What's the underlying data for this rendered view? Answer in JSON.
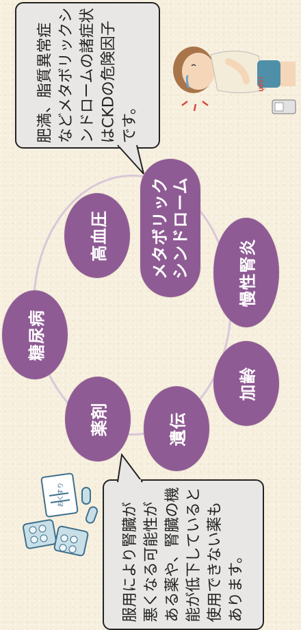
{
  "nodes": {
    "metabolic": [
      "メタボリック",
      "シンドローム"
    ],
    "hypertension": "高血圧",
    "diabetes": "糖尿病",
    "drugs": "薬剤",
    "genetics": "遺伝",
    "aging": "加齢",
    "nephritis": "慢性腎炎"
  },
  "bubbles": {
    "metabolic": "肥満、脂質異常症\nなどメタボリックシ\nンドロームの諸症状\nはCKDの危険因子\nです。",
    "drugs": "服用により腎臓が\n悪くなる可能性が\nある薬や、腎臓の機\n能が低下していると\n使用できない薬も\nあります。"
  },
  "illustration": {
    "scale_label": "UP!!",
    "medicine_bag_label": "おくすり"
  },
  "colors": {
    "node": "#8f5b94",
    "background": "#f7efdd",
    "bubble": "#e8e7e6",
    "ring": "#d8c8d8"
  }
}
